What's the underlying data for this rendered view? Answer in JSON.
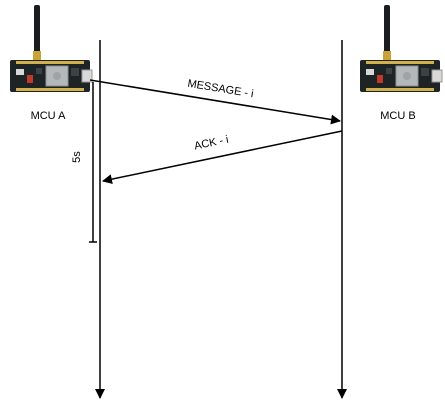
{
  "colors": {
    "line": "#000000",
    "board_pcb": "#1e2326",
    "antenna": "#1a1d1f",
    "antenna_base": "#c9a23a",
    "chip": "#b4b8bb",
    "pins": "#d2b04a",
    "connector": "#d9d9d9",
    "accent_red": "#c0392b"
  },
  "devices": [
    {
      "name": "MCU A",
      "icon": "lora-dev-board-icon"
    },
    {
      "name": "MCU B",
      "icon": "lora-dev-board-icon"
    }
  ],
  "messages": [
    {
      "label": "MESSAGE - i",
      "from": "MCU A",
      "to": "MCU B"
    },
    {
      "label": "ACK - i",
      "from": "MCU B",
      "to": "MCU A"
    }
  ],
  "timeout": {
    "label": "5s"
  }
}
